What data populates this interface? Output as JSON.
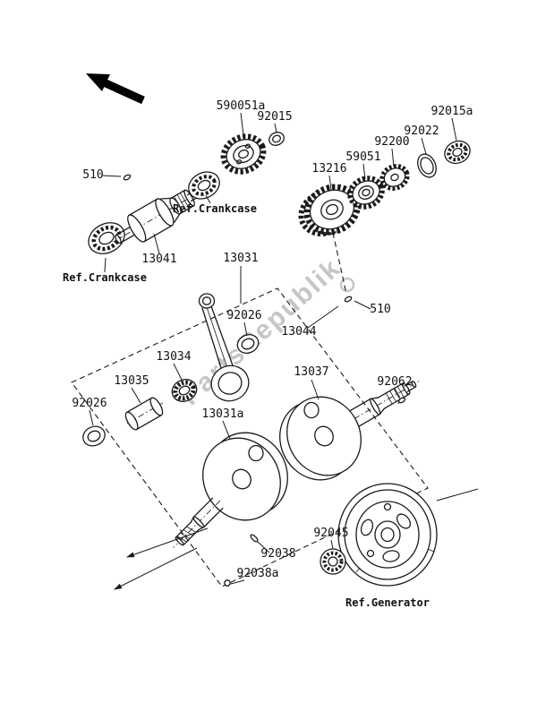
{
  "page": {
    "kind": "exploded-parts-diagram",
    "subject": "crankshaft-and-balancer"
  },
  "colors": {
    "line": "#1a1a1a",
    "background": "#ffffff",
    "watermark": "#8f8f8f",
    "arrow": "#000000"
  },
  "watermark": {
    "text": "PartsRepublik"
  },
  "labels": [
    {
      "text": "590051a"
    },
    {
      "text": "92015"
    },
    {
      "text": "92015a"
    },
    {
      "text": "92022"
    },
    {
      "text": "92200"
    },
    {
      "text": "59051"
    },
    {
      "text": "13216"
    },
    {
      "text": "510"
    },
    {
      "text": "Ref.Crankcase"
    },
    {
      "text": "13041"
    },
    {
      "text": "Ref.Crankcase"
    },
    {
      "text": "13031"
    },
    {
      "text": "92026"
    },
    {
      "text": "13044"
    },
    {
      "text": "510"
    },
    {
      "text": "13034"
    },
    {
      "text": "13035"
    },
    {
      "text": "92026"
    },
    {
      "text": "13037"
    },
    {
      "text": "92062"
    },
    {
      "text": "13031a"
    },
    {
      "text": "92038"
    },
    {
      "text": "92038a"
    },
    {
      "text": "92045"
    },
    {
      "text": "Ref.Generator"
    }
  ]
}
